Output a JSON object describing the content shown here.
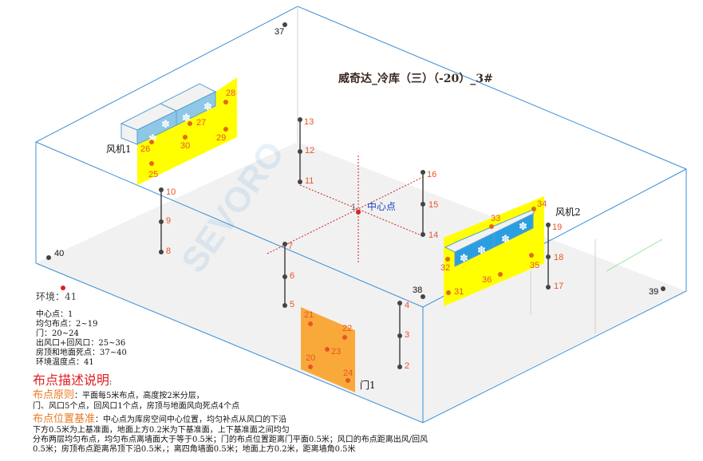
{
  "title": "威奇达_冷库（三）（-20）_3#",
  "watermark": "SEVORO",
  "center_label": "中心点",
  "fans": [
    {
      "label": "风机1"
    },
    {
      "label": "风机2"
    }
  ],
  "door_label": "门1",
  "environment_label": "环境：41",
  "points": {
    "center": [
      "1"
    ],
    "uniform": [
      "2",
      "3",
      "4",
      "5",
      "6",
      "7",
      "8",
      "9",
      "10",
      "11",
      "12",
      "13",
      "14",
      "15",
      "16",
      "17",
      "18",
      "19"
    ],
    "door": [
      "20",
      "21",
      "22",
      "23",
      "24"
    ],
    "vents": [
      "25",
      "26",
      "27",
      "28",
      "29",
      "30",
      "31",
      "32",
      "33",
      "34",
      "35",
      "36"
    ],
    "dead": [
      "37",
      "38",
      "39",
      "40"
    ],
    "ambient": [
      "41"
    ]
  },
  "legend": [
    "中心点：1",
    "均匀布点：2~19",
    "门：20~24",
    "出风口+回风口：25~36",
    "房顶和地面死点：37~40",
    "环境温度点：41"
  ],
  "description": {
    "heading": "布点描述说明",
    "principle_title": "布点原则",
    "principle_lines": [
      "：平面每5米布点，高度按2米分层，",
      "门、风口5个点，回风口1个点，房顶与地面风向死点4个点"
    ],
    "basis_title": "布点位置基准",
    "basis_lines": [
      "：中心点为库房空间中心位置，均匀补点从风口的下沿",
      "下方0.5米为上基准面，地面上方0.2米为下基准面，上下基准面之间均匀",
      "分布两层均匀布点，均匀布点离墙面大于等于0.5米；门的布点位置距离门平面0.5米；风口的布点距离出风/回风",
      "0.5米；房顶布点距离吊顶下沿0.5米，；离四角墙面0.5米；地面上方0.2米，距离墙角0.5米"
    ]
  },
  "colors": {
    "box": "#3b8fd6",
    "probe": "#444444",
    "label": "#e8542a",
    "yellow": "#ffff00",
    "door": "#f9a93a",
    "red": "#e02020",
    "center_text": "#2040c0"
  }
}
